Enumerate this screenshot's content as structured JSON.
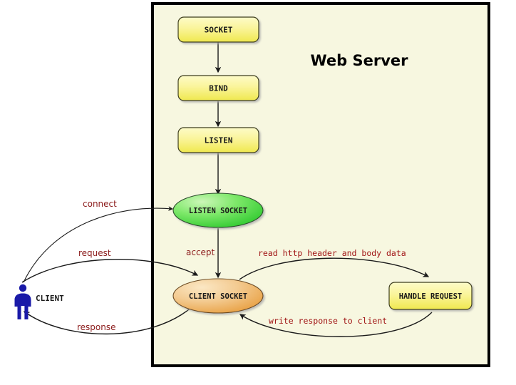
{
  "diagram": {
    "title": "Web Server",
    "panel_bg": "#f7f7e0",
    "panel_border": "#000000",
    "canvas_bg": "#ffffff",
    "accent_label_color": "#8b1a1a",
    "accent_label_mono_color": "#a01414",
    "nodes": [
      {
        "id": "socket",
        "label": "SOCKET",
        "shape": "rounded-rect",
        "fill": "#f2ee63"
      },
      {
        "id": "bind",
        "label": "BIND",
        "shape": "rounded-rect",
        "fill": "#f2ee63"
      },
      {
        "id": "listen",
        "label": "LISTEN",
        "shape": "rounded-rect",
        "fill": "#f2ee63"
      },
      {
        "id": "listen_socket",
        "label": "LISTEN SOCKET",
        "shape": "ellipse",
        "fill": "#44d844"
      },
      {
        "id": "client_socket",
        "label": "CLIENT SOCKET",
        "shape": "ellipse",
        "fill": "#eda747"
      },
      {
        "id": "handle_request",
        "label": "HANDLE REQUEST",
        "shape": "rounded-rect",
        "fill": "#f2ee63"
      }
    ],
    "actor": {
      "id": "client",
      "label": "CLIENT",
      "color": "#1a1aa8"
    },
    "edge_labels": {
      "connect": "connect",
      "request": "request",
      "response": "response",
      "accept": "accept",
      "read": "read http header and body data",
      "write": "write response to client"
    }
  }
}
